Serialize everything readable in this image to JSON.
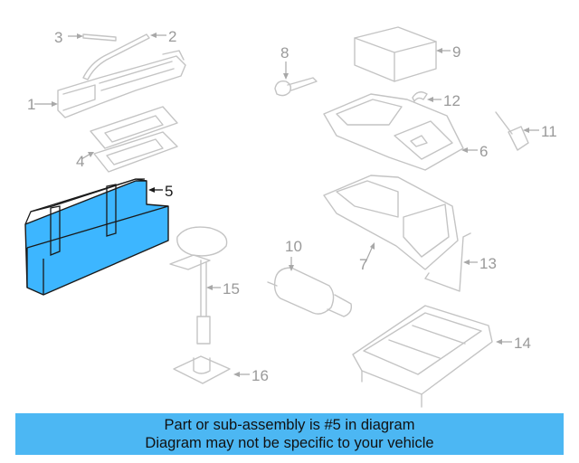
{
  "callouts": {
    "c1": "1",
    "c2": "2",
    "c3": "3",
    "c4": "4",
    "c5": "5",
    "c6": "6",
    "c7": "7",
    "c8": "8",
    "c9": "9",
    "c10": "10",
    "c11": "11",
    "c12": "12",
    "c13": "13",
    "c14": "14",
    "c15": "15",
    "c16": "16"
  },
  "highlighted_part": "5",
  "colors": {
    "highlight": "#3db6ff",
    "banner": "#4cb7f3",
    "line": "#c4c4c4"
  },
  "banner": {
    "line1": "Part or sub-assembly is #5 in diagram",
    "line2": "Diagram may not be specific to your vehicle"
  }
}
